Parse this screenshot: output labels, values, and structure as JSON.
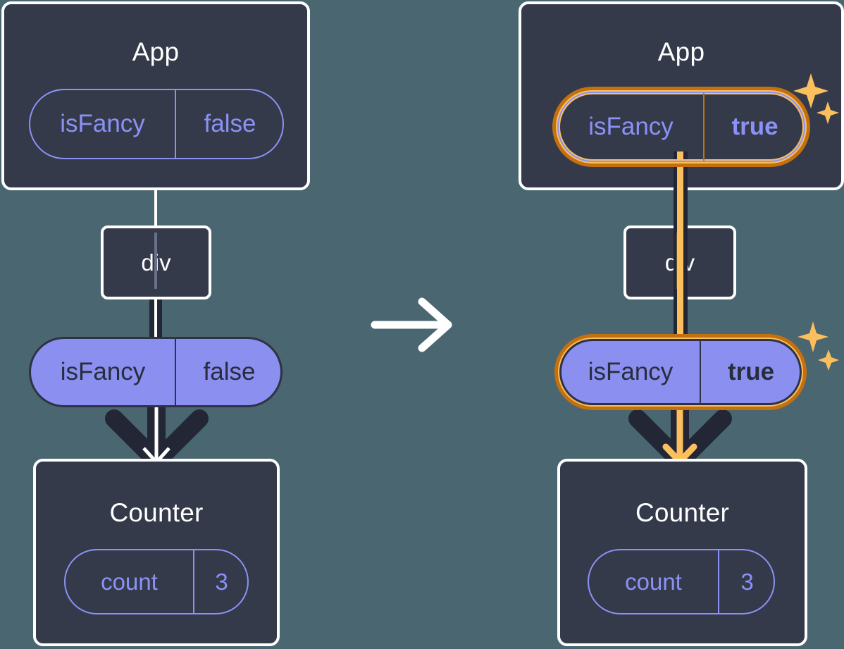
{
  "diagram": {
    "title_before": "App",
    "title_after": "App",
    "transition_icon": "arrow-right-icon",
    "background_color": "#4a6670",
    "box_color": "#343a4a",
    "pill_outline_color": "#8b92f5",
    "pill_fill_color": "#8b8ff0",
    "highlight_color_outer": "#c4700f",
    "highlight_color_inner": "#fbbf5e"
  },
  "before": {
    "app": {
      "title": "App",
      "state_pill": {
        "name": "isFancy",
        "value": "false",
        "highlighted": "false"
      }
    },
    "div": {
      "label": "div"
    },
    "prop_pill": {
      "name": "isFancy",
      "value": "false",
      "highlighted": "false"
    },
    "counter": {
      "title": "Counter",
      "state_pill": {
        "name": "count",
        "value": "3"
      }
    }
  },
  "after": {
    "app": {
      "title": "App",
      "state_pill": {
        "name": "isFancy",
        "value": "true",
        "highlighted": "true"
      },
      "sparkle_icon": "sparkles-icon"
    },
    "div": {
      "label": "div"
    },
    "prop_pill": {
      "name": "isFancy",
      "value": "true",
      "highlighted": "true"
    },
    "counter": {
      "title": "Counter",
      "state_pill": {
        "name": "count",
        "value": "3"
      }
    }
  }
}
